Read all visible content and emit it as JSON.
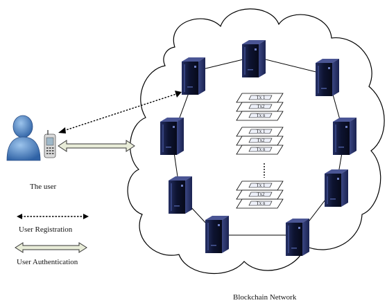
{
  "user": {
    "label": "The user"
  },
  "legend": {
    "registration": "User Registration",
    "authentication": "User Authentication"
  },
  "network": {
    "label": "Blockchain Network"
  },
  "blocks": [
    {
      "tx": [
        "Tx 1",
        "Tx2",
        "Tx n"
      ]
    },
    {
      "tx": [
        "Tx 1",
        "Tx2",
        "Tx n"
      ]
    },
    {
      "tx": [
        "Tx 1",
        "Tx2",
        "Tx n"
      ]
    }
  ],
  "colors": {
    "server_top": "#2e3a78",
    "server_front": "#0d1330",
    "user_blue": "#3b73b3",
    "arrow_fill": "#e8ecd8"
  },
  "icons": {
    "user": "person-icon",
    "phone": "mobile-phone-icon",
    "node": "server-icon"
  }
}
